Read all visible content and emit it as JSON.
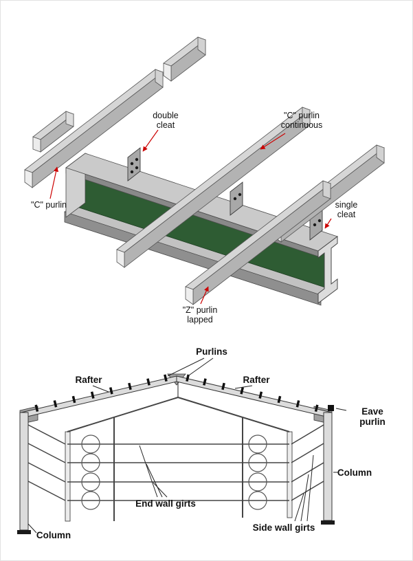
{
  "figure": {
    "top_diagram": {
      "labels": {
        "double_cleat": "double\ncleat",
        "c_purlin_continuous": "\"C\" purlin\ncontinuous",
        "c_purlin": "\"C\" purlin",
        "single_cleat": "single\ncleat",
        "z_purlin_lapped": "\"Z\" purlin\nlapped"
      },
      "colors": {
        "beam_web_green": "#2e5c33",
        "arrow": "#cc0000",
        "steel_light": "#cacaca"
      }
    },
    "bottom_diagram": {
      "labels": {
        "purlins": "Purlins",
        "rafter_left": "Rafter",
        "rafter_right": "Rafter",
        "eave_purlin": "Eave purlin",
        "column_right": "Column",
        "end_wall_girts": "End wall girts",
        "side_wall_girts": "Side wall girts",
        "column_left": "Column"
      }
    }
  }
}
